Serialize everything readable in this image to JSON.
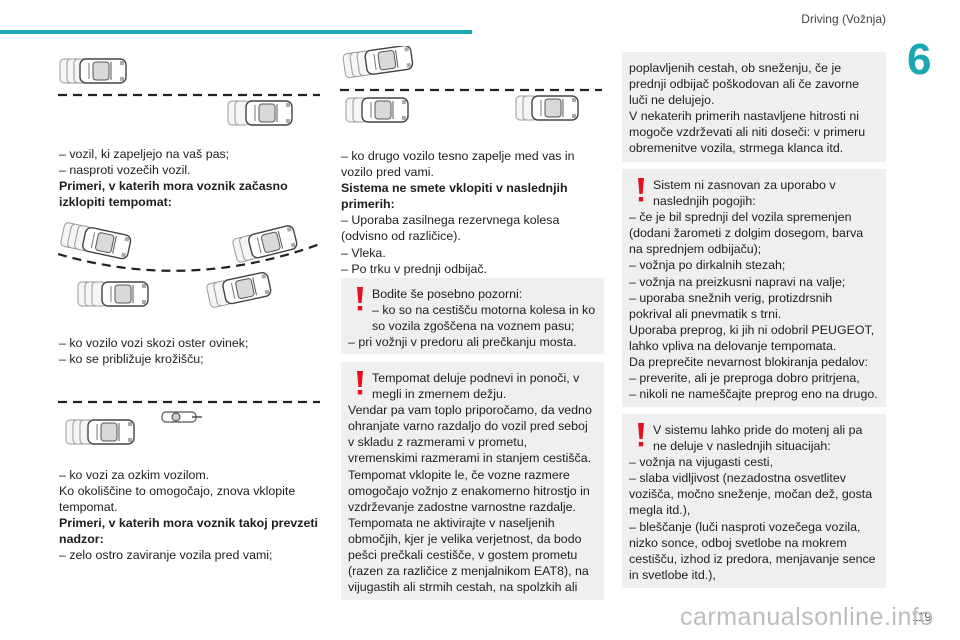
{
  "header": {
    "chapter_title": "Driving (Vožnja)",
    "chapter_number": "6",
    "page_number": "119"
  },
  "watermark": "carmanualsonline.info",
  "colors": {
    "accent": "#1ba6b4",
    "warning": "#e3121d",
    "note_bg": "#efefef"
  },
  "col1": {
    "block1": [
      "– vozil, ki zapeljejo na vaš pas;",
      "– nasproti vozečih vozil."
    ],
    "heading1": "Primeri, v katerih mora voznik začasno izklopiti tempomat:",
    "block2": [
      "– ko vozilo vozi skozi oster ovinek;",
      "– ko se približuje krožišču;"
    ],
    "block3": [
      "– ko vozi za ozkim vozilom.",
      "Ko okoliščine to omogočajo, znova vklopite tempomat."
    ],
    "heading2": "Primeri, v katerih mora voznik takoj prevzeti nadzor:",
    "block4": [
      "– zelo ostro zaviranje vozila pred vami;"
    ]
  },
  "col2": {
    "block1": [
      "– ko drugo vozilo tesno zapelje med vas in vozilo pred vami."
    ],
    "heading1": "Sistema ne smete vklopiti v naslednjih primerih:",
    "block2": [
      "– Uporaba zasilnega rezervnega kolesa (odvisno od različice).",
      "– Vleka.",
      "– Po trku v prednji odbijač."
    ],
    "note1": {
      "icon": "warning-icon",
      "first": "Bodite še posebno pozorni:",
      "lines": [
        "– ko so na cestišču motorna kolesa in ko so vozila zgoščena na voznem pasu;",
        "– pri vožnji v predoru ali prečkanju mosta."
      ]
    },
    "note2": {
      "icon": "warning-icon",
      "first": "Tempomat deluje podnevi in ponoči, v megli in zmernem dežju.",
      "lines": [
        "Vendar pa vam toplo priporočamo, da vedno ohranjate varno razdaljo do vozil pred seboj v skladu z razmerami v prometu, vremenskimi razmerami in stanjem cestišča.",
        "Tempomat vklopite le, če vozne razmere omogočajo vožnjo z enakomerno hitrostjo in vzdrževanje zadostne varnostne razdalje.",
        "Tempomata ne aktivirajte v naseljenih območjih, kjer je velika verjetnost, da bodo pešci prečkali cestišče, v gostem prometu (razen za različice z menjalnikom EAT8), na vijugastih ali strmih cestah, na spolzkih ali"
      ]
    }
  },
  "col3": {
    "note1": {
      "lines": [
        "poplavljenih cestah, ob sneženju, če je prednji odbijač poškodovan ali če zavorne luči ne delujejo.",
        "V nekaterih primerih nastavljene hitrosti ni mogoče vzdrževati ali niti doseči: v primeru obremenitve vozila, strmega klanca itd."
      ]
    },
    "note2": {
      "icon": "warning-icon",
      "first": "Sistem ni zasnovan za uporabo v naslednjih pogojih:",
      "lines": [
        "– če je bil sprednji del vozila spremenjen (dodani žarometi z dolgim dosegom, barva na sprednjem odbijaču);",
        "– vožnja po dirkalnih stezah;",
        "– vožnja na preizkusni napravi na valje;",
        "– uporaba snežnih verig, protizdrsnih pokrival ali pnevmatik s trni.",
        "Uporaba preprog, ki jih ni odobril PEUGEOT, lahko vpliva na delovanje tempomata.",
        "Da preprečite nevarnost blokiranja pedalov:",
        "– preverite, ali je preproga dobro pritrjena,",
        "– nikoli ne nameščajte preprog eno na drugo."
      ]
    },
    "note3": {
      "icon": "warning-icon",
      "first": "V sistemu lahko pride do motenj ali pa ne deluje v naslednjih situacijah:",
      "lines": [
        "– vožnja na vijugasti cesti,",
        "– slaba vidljivost (nezadostna osvetlitev vozišča, močno sneženje, močan dež, gosta megla itd.),",
        "– bleščanje (luči nasproti vozečega vozila, nizko sonce, odboj svetlobe na mokrem cestišču, izhod iz predora, menjavanje sence in svetlobe itd.),"
      ]
    }
  }
}
